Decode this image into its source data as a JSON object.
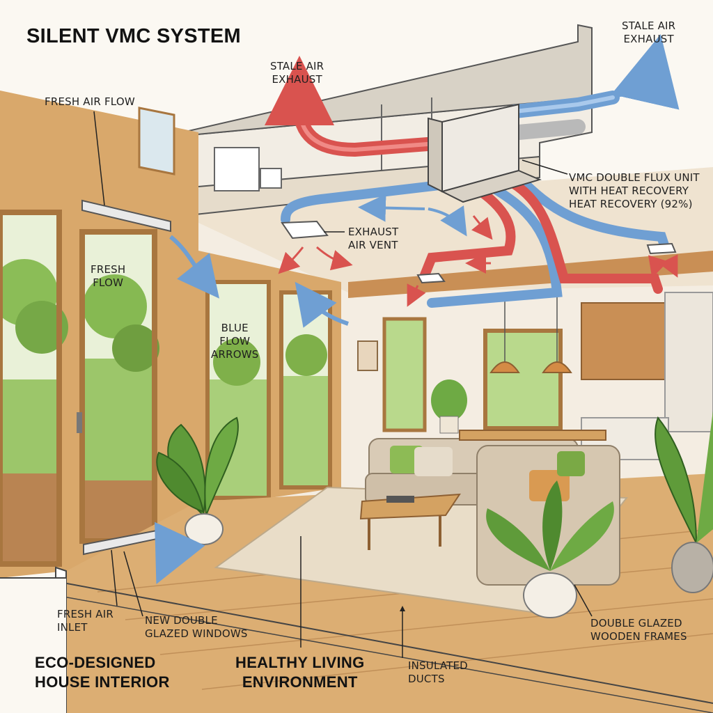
{
  "title": "SILENT VMC SYSTEM",
  "labels": {
    "stale_exhaust_top_right": [
      "STALE AIR",
      "EXHAUST"
    ],
    "stale_exhaust_center": [
      "STALE AIR",
      "EXHAUST"
    ],
    "fresh_air_flow": "FRESH AIR FLOW",
    "vmc_unit": [
      "VMC DOUBLE FLUX UNIT",
      "WITH HEAT RECOVERY",
      "HEAT RECOVERY (92%)"
    ],
    "exhaust_air_vent": [
      "EXHAUST",
      "AIR VENT"
    ],
    "fresh_flow": [
      "FRESH",
      "FLOW"
    ],
    "blue_flow_arrows": [
      "BLUE",
      "FLOW",
      "ARROWS"
    ],
    "fresh_air_inlet": [
      "FRESH AIR",
      "INLET"
    ],
    "new_double_glazed": [
      "NEW DOUBLE",
      "GLAZED WINDOWS"
    ],
    "insulated_ducts": [
      "INSULATED",
      "DUCTS"
    ],
    "double_glazed_frames": [
      "DOUBLE GLAZED",
      "WOODEN FRAMES"
    ]
  },
  "headings": {
    "eco_designed": [
      "ECO-DESIGNED",
      "HOUSE INTERIOR"
    ],
    "healthy_living": [
      "HEALTHY LIVING",
      "ENVIRONMENT"
    ]
  },
  "colors": {
    "fresh_duct": "#6f9fd3",
    "stale_duct": "#d9534f",
    "wood": "#d9a86b",
    "floor": "#dcae73",
    "wall": "#f4ede2",
    "garden": "#8fbf5a"
  }
}
